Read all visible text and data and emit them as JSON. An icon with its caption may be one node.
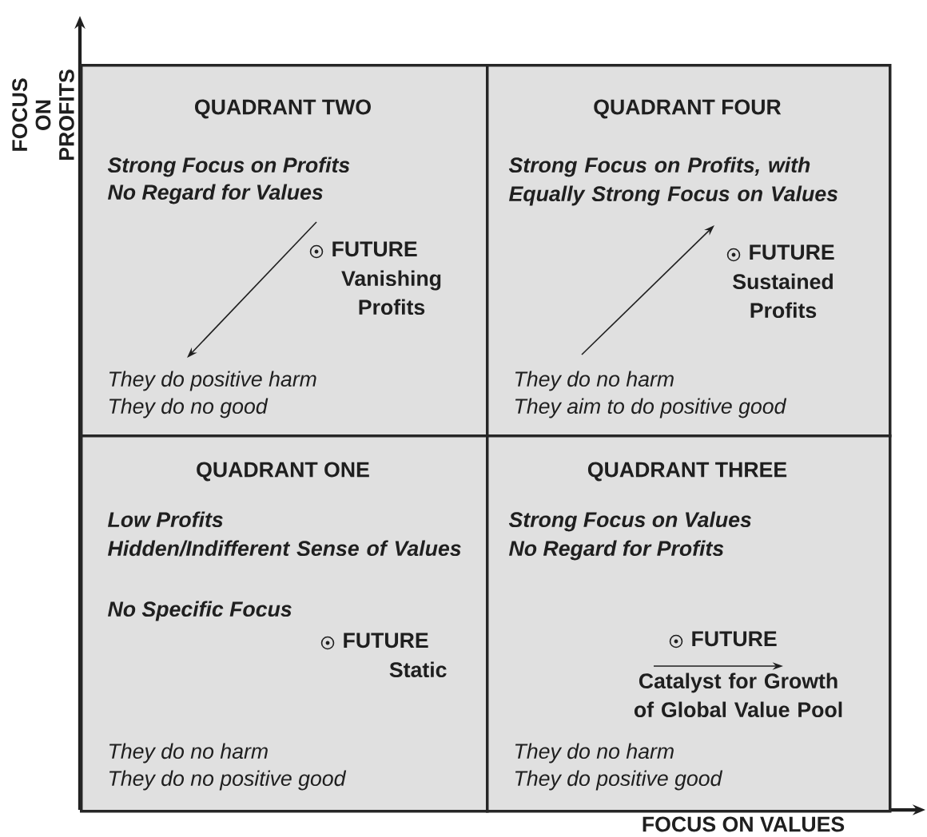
{
  "diagram": {
    "nodes": [
      {
        "text": [
          "QUADRANT TWO",
          "Strong Focus on Profits",
          "No Regard for Values",
          "FUTURE",
          "Vanishing Profits",
          "They do positive harm",
          "They do no good"
        ]
      },
      {
        "text": [
          "QUADRANT FOUR",
          "Strong Focus on Profits, with Equally Strong Focus on Values",
          "FUTURE",
          "Sustained Profits",
          "They do no harm",
          "They aim to do positive good"
        ]
      },
      {
        "text": [
          "QUADRANT ONE",
          "Low Profits",
          "Hidden/Indifferent Sense of Values",
          "No Specific Focus",
          "FUTURE",
          "Static",
          "They do no harm",
          "They do no positive good"
        ]
      },
      {
        "text": [
          "QUADRANT THREE",
          "Strong Focus on Values",
          "No Regard for Profits",
          "FUTURE",
          "Catalyst for Growth of Global Value Pool",
          "They do no harm",
          "They do positive good"
        ]
      }
    ],
    "labels": [
      "FOCUS ON PROFITS",
      "FOCUS ON VALUES"
    ]
  }
}
